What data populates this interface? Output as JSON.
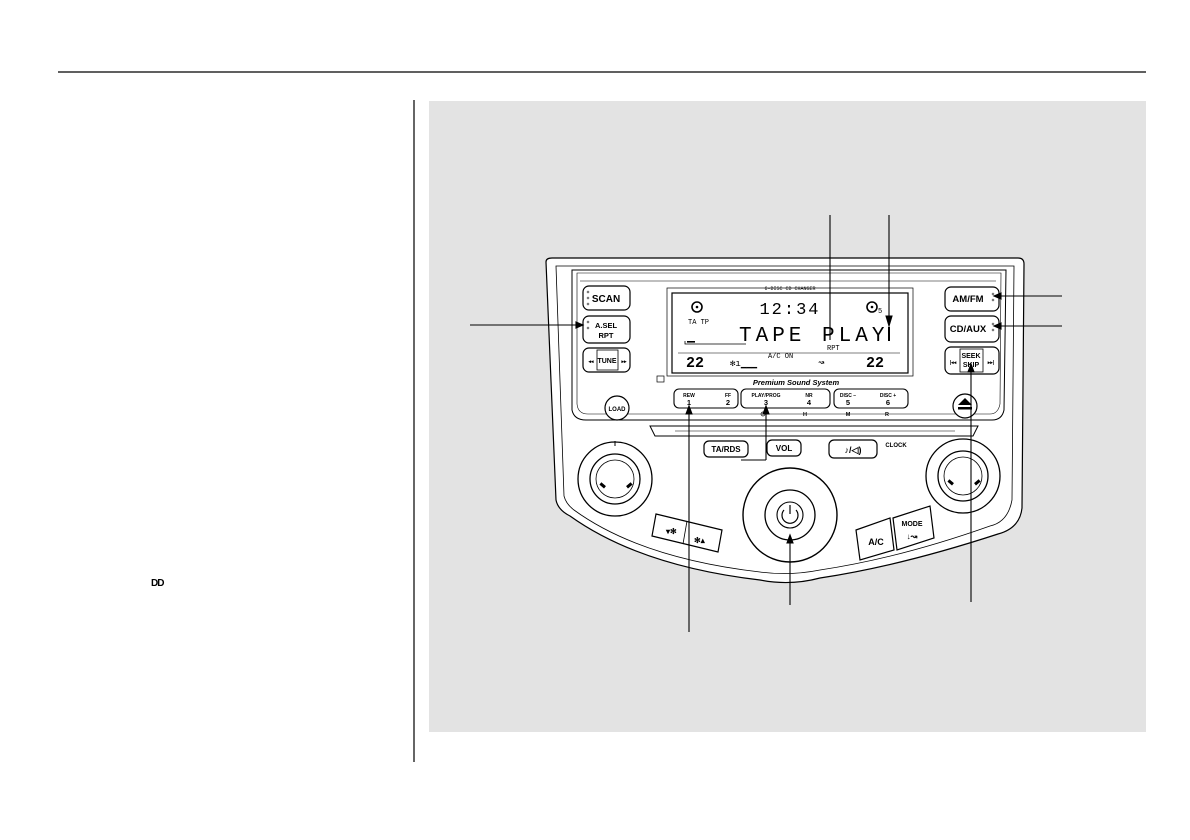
{
  "header_band": {
    "dolby_glyph": "DD"
  },
  "radio": {
    "display_header": "6-DISC CD CHANGER",
    "clock": "12:34",
    "disc_left_num": "",
    "disc_right_num": "5",
    "ta_tp": "TA TP",
    "main_text": "TAPE PLAY",
    "rpt": "RPT",
    "temp_left": "22",
    "temp_right": "22",
    "ac_on": "A/C ON",
    "brand": "Premium Sound System",
    "buttons": {
      "scan": "SCAN",
      "asel_1": "A.SEL",
      "asel_2": "RPT",
      "tune": "TUNE",
      "amfm": "AM/FM",
      "cdaux": "CD/AUX",
      "seek_1": "SEEK",
      "seek_2": "SKIP",
      "load": "LOAD",
      "tards": "TA/RDS",
      "vol": "VOL",
      "tone": "♪/◁)",
      "clock": "CLOCK",
      "ac": "A/C",
      "mode": "MODE"
    },
    "presets": [
      {
        "top": "REW",
        "num": "1"
      },
      {
        "top": "FF",
        "num": "2"
      },
      {
        "top": "PLAY/PROG",
        "num": "3"
      },
      {
        "top": "NR",
        "num": "4"
      },
      {
        "top": "DISC −",
        "num": "5"
      },
      {
        "top": "DISC +",
        "num": "6"
      }
    ],
    "clock_keys": [
      "H",
      "M",
      "R"
    ]
  },
  "colors": {
    "panel": "#e3e3e3",
    "line": "#000000"
  }
}
